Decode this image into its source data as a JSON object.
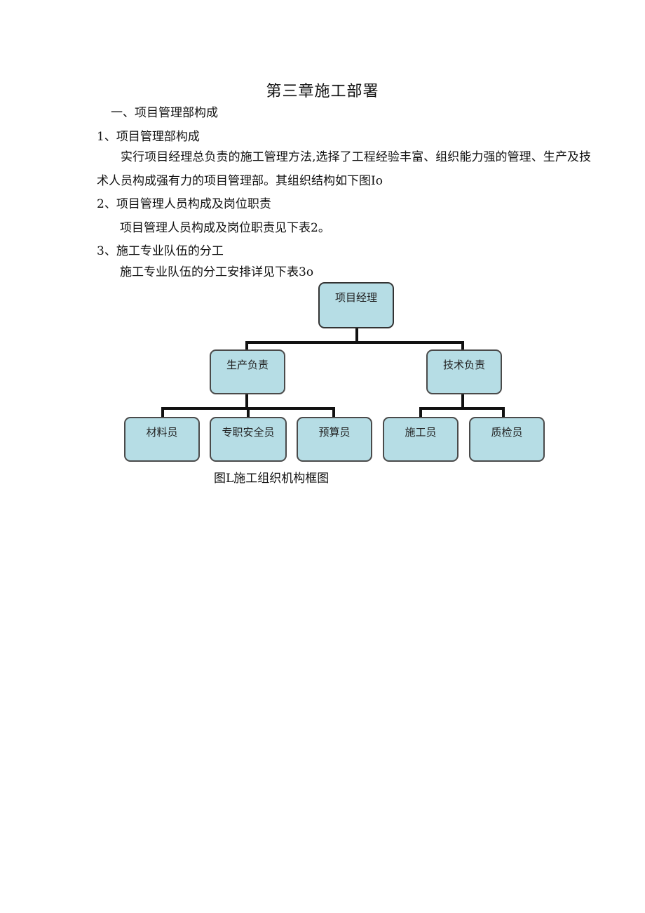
{
  "document": {
    "chapter_title": "第三章施工部署",
    "section_1": "一、项目管理部构成",
    "item_1_heading": "1、项目管理部构成",
    "item_1_text": "实行项目经理总负责的施工管理方法,选择了工程经验丰富、组织能力强的管理、生产及技术人员构成强有力的项目管理部。其组织结构如下图Io",
    "item_2_heading": "2、项目管理人员构成及岗位职责",
    "item_2_text": "项目管理人员构成及岗位职责见下表2。",
    "item_3_heading": "3、施工专业队伍的分工",
    "item_3_text": "施工专业队伍的分工安排详见下表3o",
    "figure_caption": "图L施工组织机构框图"
  },
  "org_chart": {
    "root": "项目经理",
    "production_lead": "生产负责",
    "technical_lead": "技术负责",
    "material_staff": "材料员",
    "safety_staff": "专职安全员",
    "budget_staff": "预算员",
    "construction_staff": "施工员",
    "quality_staff": "质检员"
  }
}
